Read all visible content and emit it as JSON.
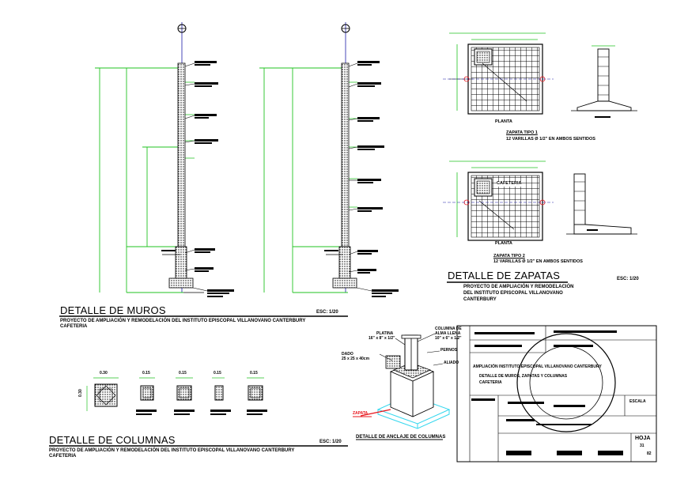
{
  "muros": {
    "title": "DETALLE DE MUROS",
    "scale": "ESC: 1/20",
    "subtitle_1": "PROYECTO DE AMPLIACIÓN Y REMODELACIÓN DEL INSTITUTO EPISCOPAL VILLANOVANO CANTERBURY",
    "subtitle_2": "CAFETERIA"
  },
  "zapatas": {
    "title": "DETALLE DE ZAPATAS",
    "scale": "ESC: 1/20",
    "subtitle_1": "PROYECTO DE AMPLIACIÓN Y REMODELACIÓN",
    "subtitle_2": "DEL INSTITUTO EPISCOPAL VILLANOVANO",
    "subtitle_3": "CANTERBURY",
    "planta_1": "PLANTA",
    "planta_2": "PLANTA",
    "tipo_1": "ZAPATA TIPO 1",
    "tipo_1_spec": "12 VARILLAS Ø 1/2\" EN AMBOS SENTIDOS",
    "tipo_2": "ZAPATA TIPO 2",
    "tipo_2_spec": "12 VARILLAS Ø 1/2\" EN AMBOS SENTIDOS",
    "cafeteria_tag": "CAFETERIA"
  },
  "columnas": {
    "title": "DETALLE DE COLUMNAS",
    "scale": "ESC: 1/20",
    "subtitle_1": "PROYECTO DE AMPLIACIÓN Y REMODELACIÓN DEL INSTITUTO EPISCOPAL VILLANOVANO CANTERBURY",
    "subtitle_2": "CAFETERIA",
    "dims": [
      "0.30",
      "0.15",
      "0.15",
      "0.15",
      "0.15"
    ],
    "side_dim": "0.30"
  },
  "anclaje": {
    "title": "DETALLE DE ANCLAJE DE COLUMNAS",
    "columna": "COLUMNA DE",
    "columna_2": "ALMA LLENA",
    "columna_3": "10\" x 6\" x 1/2\"",
    "platina": "PLATINA",
    "platina_2": "16\" x 8\" x 1/2\"",
    "perno": "PERNOS",
    "dado": "DADO",
    "dado_2": "25 x 25 x 40cm",
    "aliado": "ALIADO",
    "zapata": "ZAPATA",
    "accent": "#e8141b",
    "cyan": "#33d7ee"
  },
  "cartouche": {
    "project_1": "AMPLIACIÓN INSTITUTO EPISCOPAL VILLANOVANO CANTERBURY",
    "project_2": "DETALLE DE MUROS, ZAPATAS Y COLUMNAS",
    "project_3": "CAFETERIA",
    "hoja_label": "HOJA",
    "hoja_num": "31",
    "hoja_total": "82",
    "field": "ESCALA"
  },
  "colors": {
    "green": "#22c322",
    "blue": "#1a1aa8",
    "black": "#000000"
  }
}
